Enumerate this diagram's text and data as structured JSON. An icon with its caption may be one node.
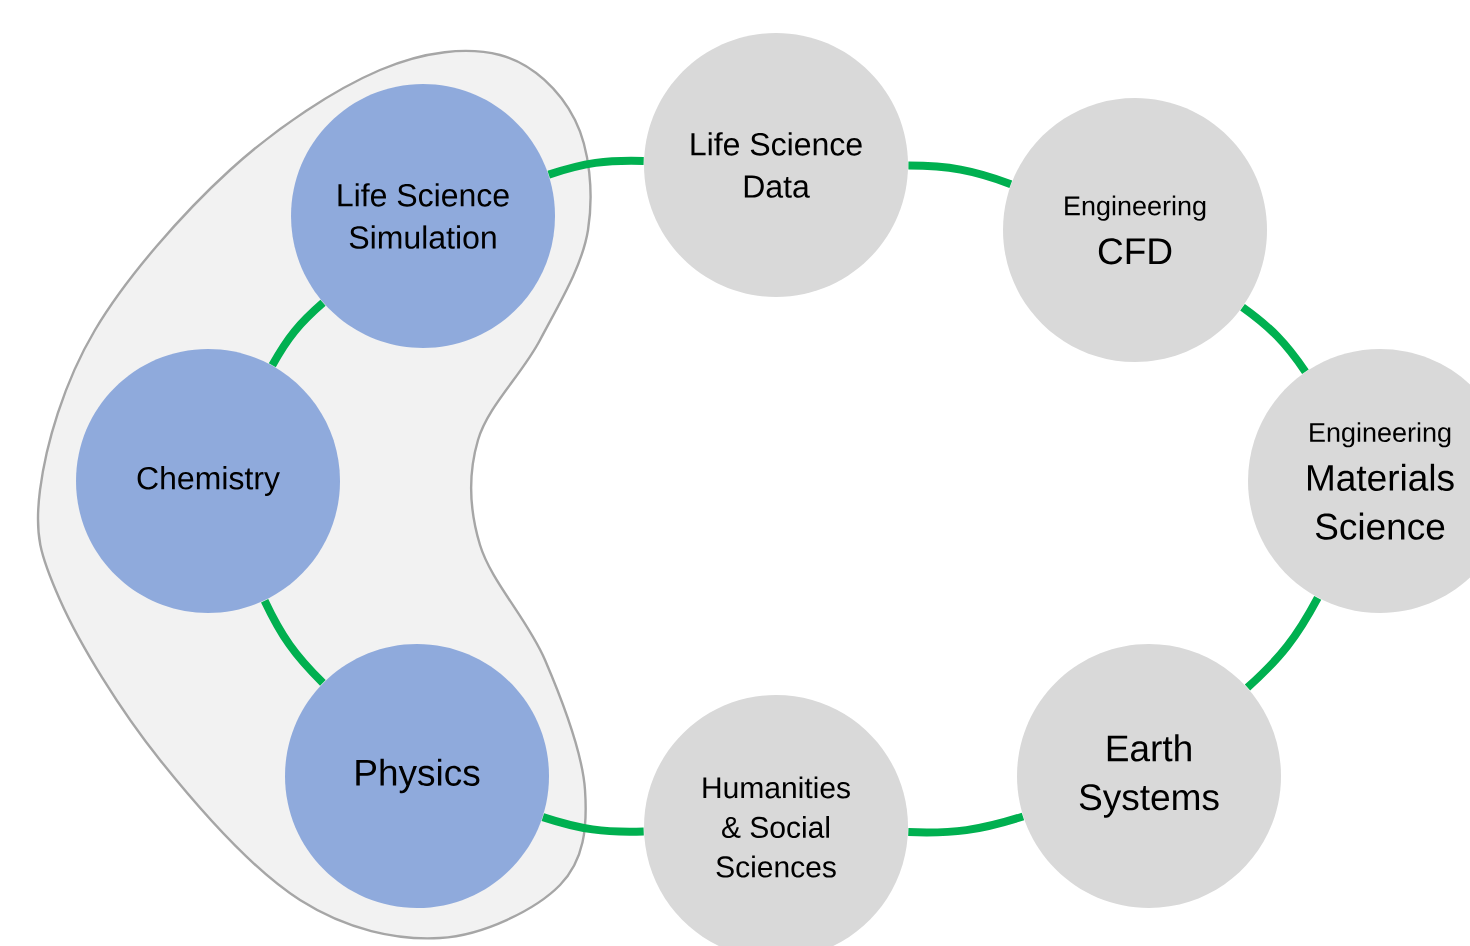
{
  "diagram": {
    "nodes": [
      {
        "text": [],
        "shape": "blob"
      },
      {
        "text": [
          "Life Science Simulation"
        ],
        "in": 0
      },
      {
        "text": [
          "Chemistry"
        ],
        "in": 0
      },
      {
        "text": [
          "Physics"
        ],
        "in": 0
      },
      {
        "text": [
          "Life Science Data"
        ]
      },
      {
        "text": [
          "Engineering",
          "CFD"
        ]
      },
      {
        "text": [
          "Engineering",
          "Materials Science"
        ]
      },
      {
        "text": [
          "Earth Systems"
        ]
      },
      {
        "text": [
          "Humanities & Social Sciences"
        ]
      }
    ],
    "edges": [
      {
        "from": 1,
        "to": 4,
        "arrow": "none"
      },
      {
        "from": 4,
        "to": 5,
        "arrow": "none"
      },
      {
        "from": 5,
        "to": 6,
        "arrow": "none"
      },
      {
        "from": 6,
        "to": 7,
        "arrow": "none"
      },
      {
        "from": 7,
        "to": 8,
        "arrow": "none"
      },
      {
        "from": 8,
        "to": 3,
        "arrow": "none"
      },
      {
        "from": 3,
        "to": 2,
        "arrow": "none"
      },
      {
        "from": 2,
        "to": 1,
        "arrow": "none"
      }
    ]
  }
}
